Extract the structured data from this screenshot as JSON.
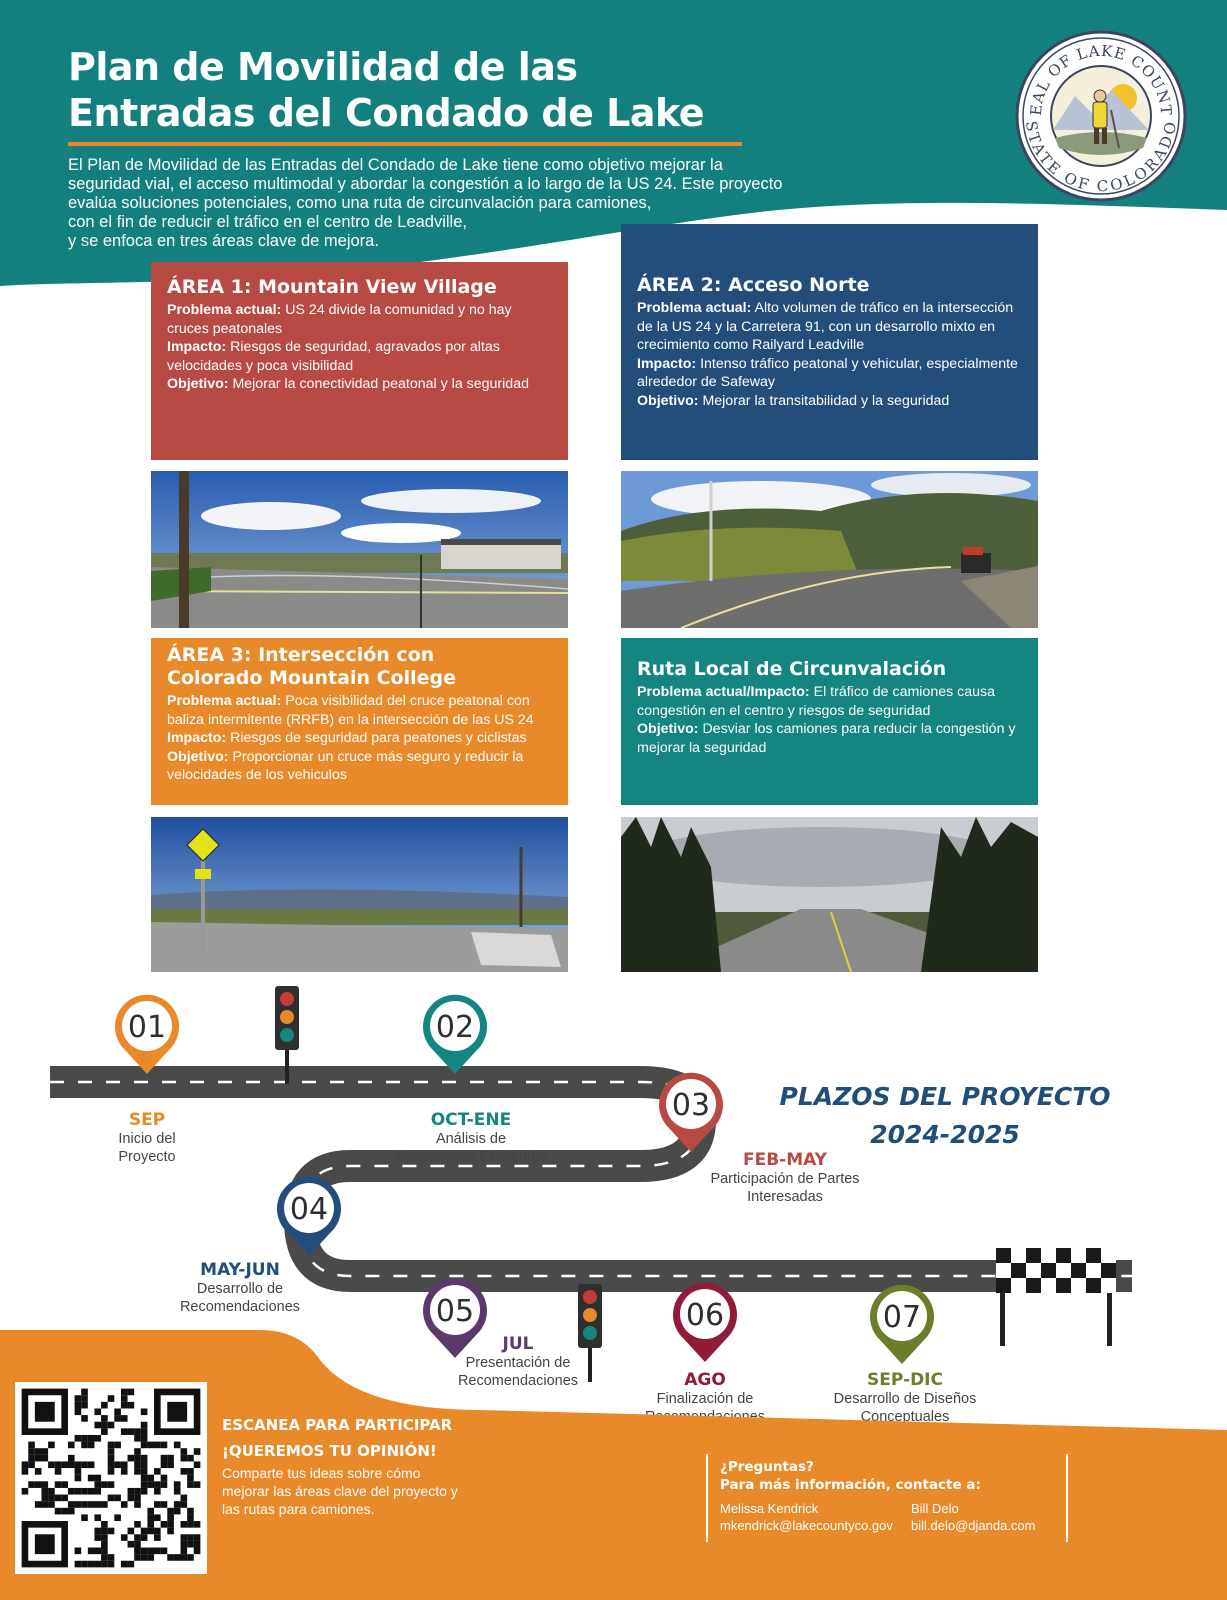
{
  "header": {
    "title_line1": "Plan de Movilidad de las",
    "title_line2": "Entradas del Condado de Lake",
    "intro_lines": [
      "El Plan de Movilidad de las Entradas del Condado de Lake tiene como objetivo mejorar la",
      "seguridad vial, el acceso multimodal y abordar la congestión a lo largo de la US 24. Este proyecto",
      "evalúa soluciones potenciales, como una ruta de circunvalación para camiones,",
      "con el fin de reducir el tráfico en el centro de Leadville,",
      "y se enfoca en tres áreas clave de mejora."
    ],
    "seal_top": "SEAL OF LAKE COUNTY",
    "seal_bottom": "STATE OF COLORADO"
  },
  "areas": [
    {
      "title": "ÁREA 1: Mountain View Village",
      "color": "#b84a44",
      "lines": [
        {
          "label": "Problema actual:",
          "text": "US 24 divide la comunidad y no hay cruces peatonales"
        },
        {
          "label": "Impacto:",
          "text": "Riesgos de seguridad, agravados por altas velocidades y poca visibilidad"
        },
        {
          "label": "Objetivo:",
          "text": "Mejorar la conectividad peatonal y la seguridad"
        }
      ]
    },
    {
      "title": "ÁREA 2: Acceso Norte",
      "color": "#234e7c",
      "lines": [
        {
          "label": "Problema actual:",
          "text": "Alto volumen de tráfico en la intersección de la US 24 y la Carretera 91, con un desarrollo mixto en crecimiento como Railyard Leadville"
        },
        {
          "label": "Impacto:",
          "text": "Intenso tráfico peatonal y vehicular, especialmente alrededor de Safeway"
        },
        {
          "label": "Objetivo:",
          "text": "Mejorar la transitabilidad y la seguridad"
        }
      ]
    },
    {
      "title": "ÁREA 3: Intersección con Colorado Mountain College",
      "color": "#e8892a",
      "lines": [
        {
          "label": "Problema actual:",
          "text": "Poca visibilidad del cruce peatonal con baliza intermitente (RRFB) en la intersección de las US 24"
        },
        {
          "label": "Impacto:",
          "text": "Riesgos de seguridad para peatones y ciclistas"
        },
        {
          "label": "Objetivo:",
          "text": "Proporcionar un cruce más seguro y reducir la velocidades de los vehiculos"
        }
      ]
    },
    {
      "title": "Ruta Local de Circunvalación",
      "color": "#14857f",
      "lines": [
        {
          "label": "Problema actual/Impacto:",
          "text": "El tráfico de camiones causa congestión en el centro y riesgos de seguridad"
        },
        {
          "label": "Objetivo:",
          "text": " Desviar los camiones para reducir la congestión y mejorar la seguridad"
        }
      ]
    }
  ],
  "timeline": {
    "heading_line1": "PLAZOS DEL PROYECTO",
    "heading_line2": "2024-2025",
    "steps": [
      {
        "num": "01",
        "month": "SEP",
        "desc": [
          "Inicio del",
          "Proyecto"
        ],
        "color": "#e8892a"
      },
      {
        "num": "02",
        "month": "OCT-ENE",
        "desc": [
          "Análisis de",
          "Condiciones Existentes"
        ],
        "color": "#14857f"
      },
      {
        "num": "03",
        "month": "FEB-MAY",
        "desc": [
          "Participación de Partes",
          "Interesadas"
        ],
        "color": "#b84a44"
      },
      {
        "num": "04",
        "month": "MAY-JUN",
        "desc": [
          "Desarrollo de",
          "Recomendaciones"
        ],
        "color": "#234e7c"
      },
      {
        "num": "05",
        "month": "JUL",
        "desc": [
          "Presentación de",
          "Recomendaciones"
        ],
        "color": "#5b3a6b"
      },
      {
        "num": "06",
        "month": "AGO",
        "desc": [
          "Finalización de",
          "Recomendaciones"
        ],
        "color": "#8f1d3a"
      },
      {
        "num": "07",
        "month": "SEP-DIC",
        "desc": [
          "Desarrollo de Diseños",
          "Conceptuales"
        ],
        "color": "#6b7f2a"
      }
    ]
  },
  "footer": {
    "scan_title": "ESCANEA PARA PARTICIPAR",
    "opinion_title": "¡QUEREMOS TU OPINIÓN!",
    "opinion_lines": [
      "Comparte tus ideas sobre cómo",
      "mejorar las áreas clave del proyecto y",
      "las rutas para camiones."
    ],
    "questions_title": "¿Preguntas?",
    "questions_sub": "Para más información, contacte a:",
    "contacts": [
      {
        "name": "Melissa Kendrick",
        "email": "mkendrick@lakecountyco.gov"
      },
      {
        "name": "Bill Delo",
        "email": "bill.delo@djanda.com"
      }
    ],
    "orange": "#e8892a"
  },
  "colors": {
    "teal": "#14807e",
    "navy": "#1f4e79"
  }
}
